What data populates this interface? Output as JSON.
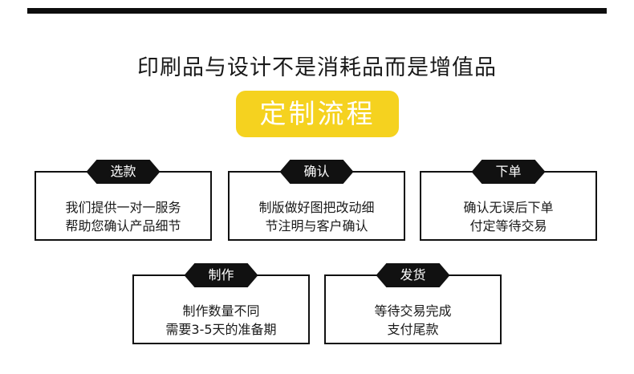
{
  "headline": "印刷品与设计不是消耗品而是增值品",
  "banner": "定制流程",
  "steps": [
    {
      "title": "选款",
      "line1": "我们提供一对一服务",
      "line2": "帮助您确认产品细节"
    },
    {
      "title": "确认",
      "line1": "制版做好图把改动细",
      "line2": "节注明与客户确认"
    },
    {
      "title": "下单",
      "line1": "确认无误后下单",
      "line2": "付定等待交易"
    },
    {
      "title": "制作",
      "line1": "制作数量不同",
      "line2": "需要3-5天的准备期"
    },
    {
      "title": "发货",
      "line1": "等待交易完成",
      "line2": "支付尾款"
    }
  ],
  "colors": {
    "accent": "#f5d21f",
    "dark": "#111111",
    "background": "#ffffff"
  }
}
